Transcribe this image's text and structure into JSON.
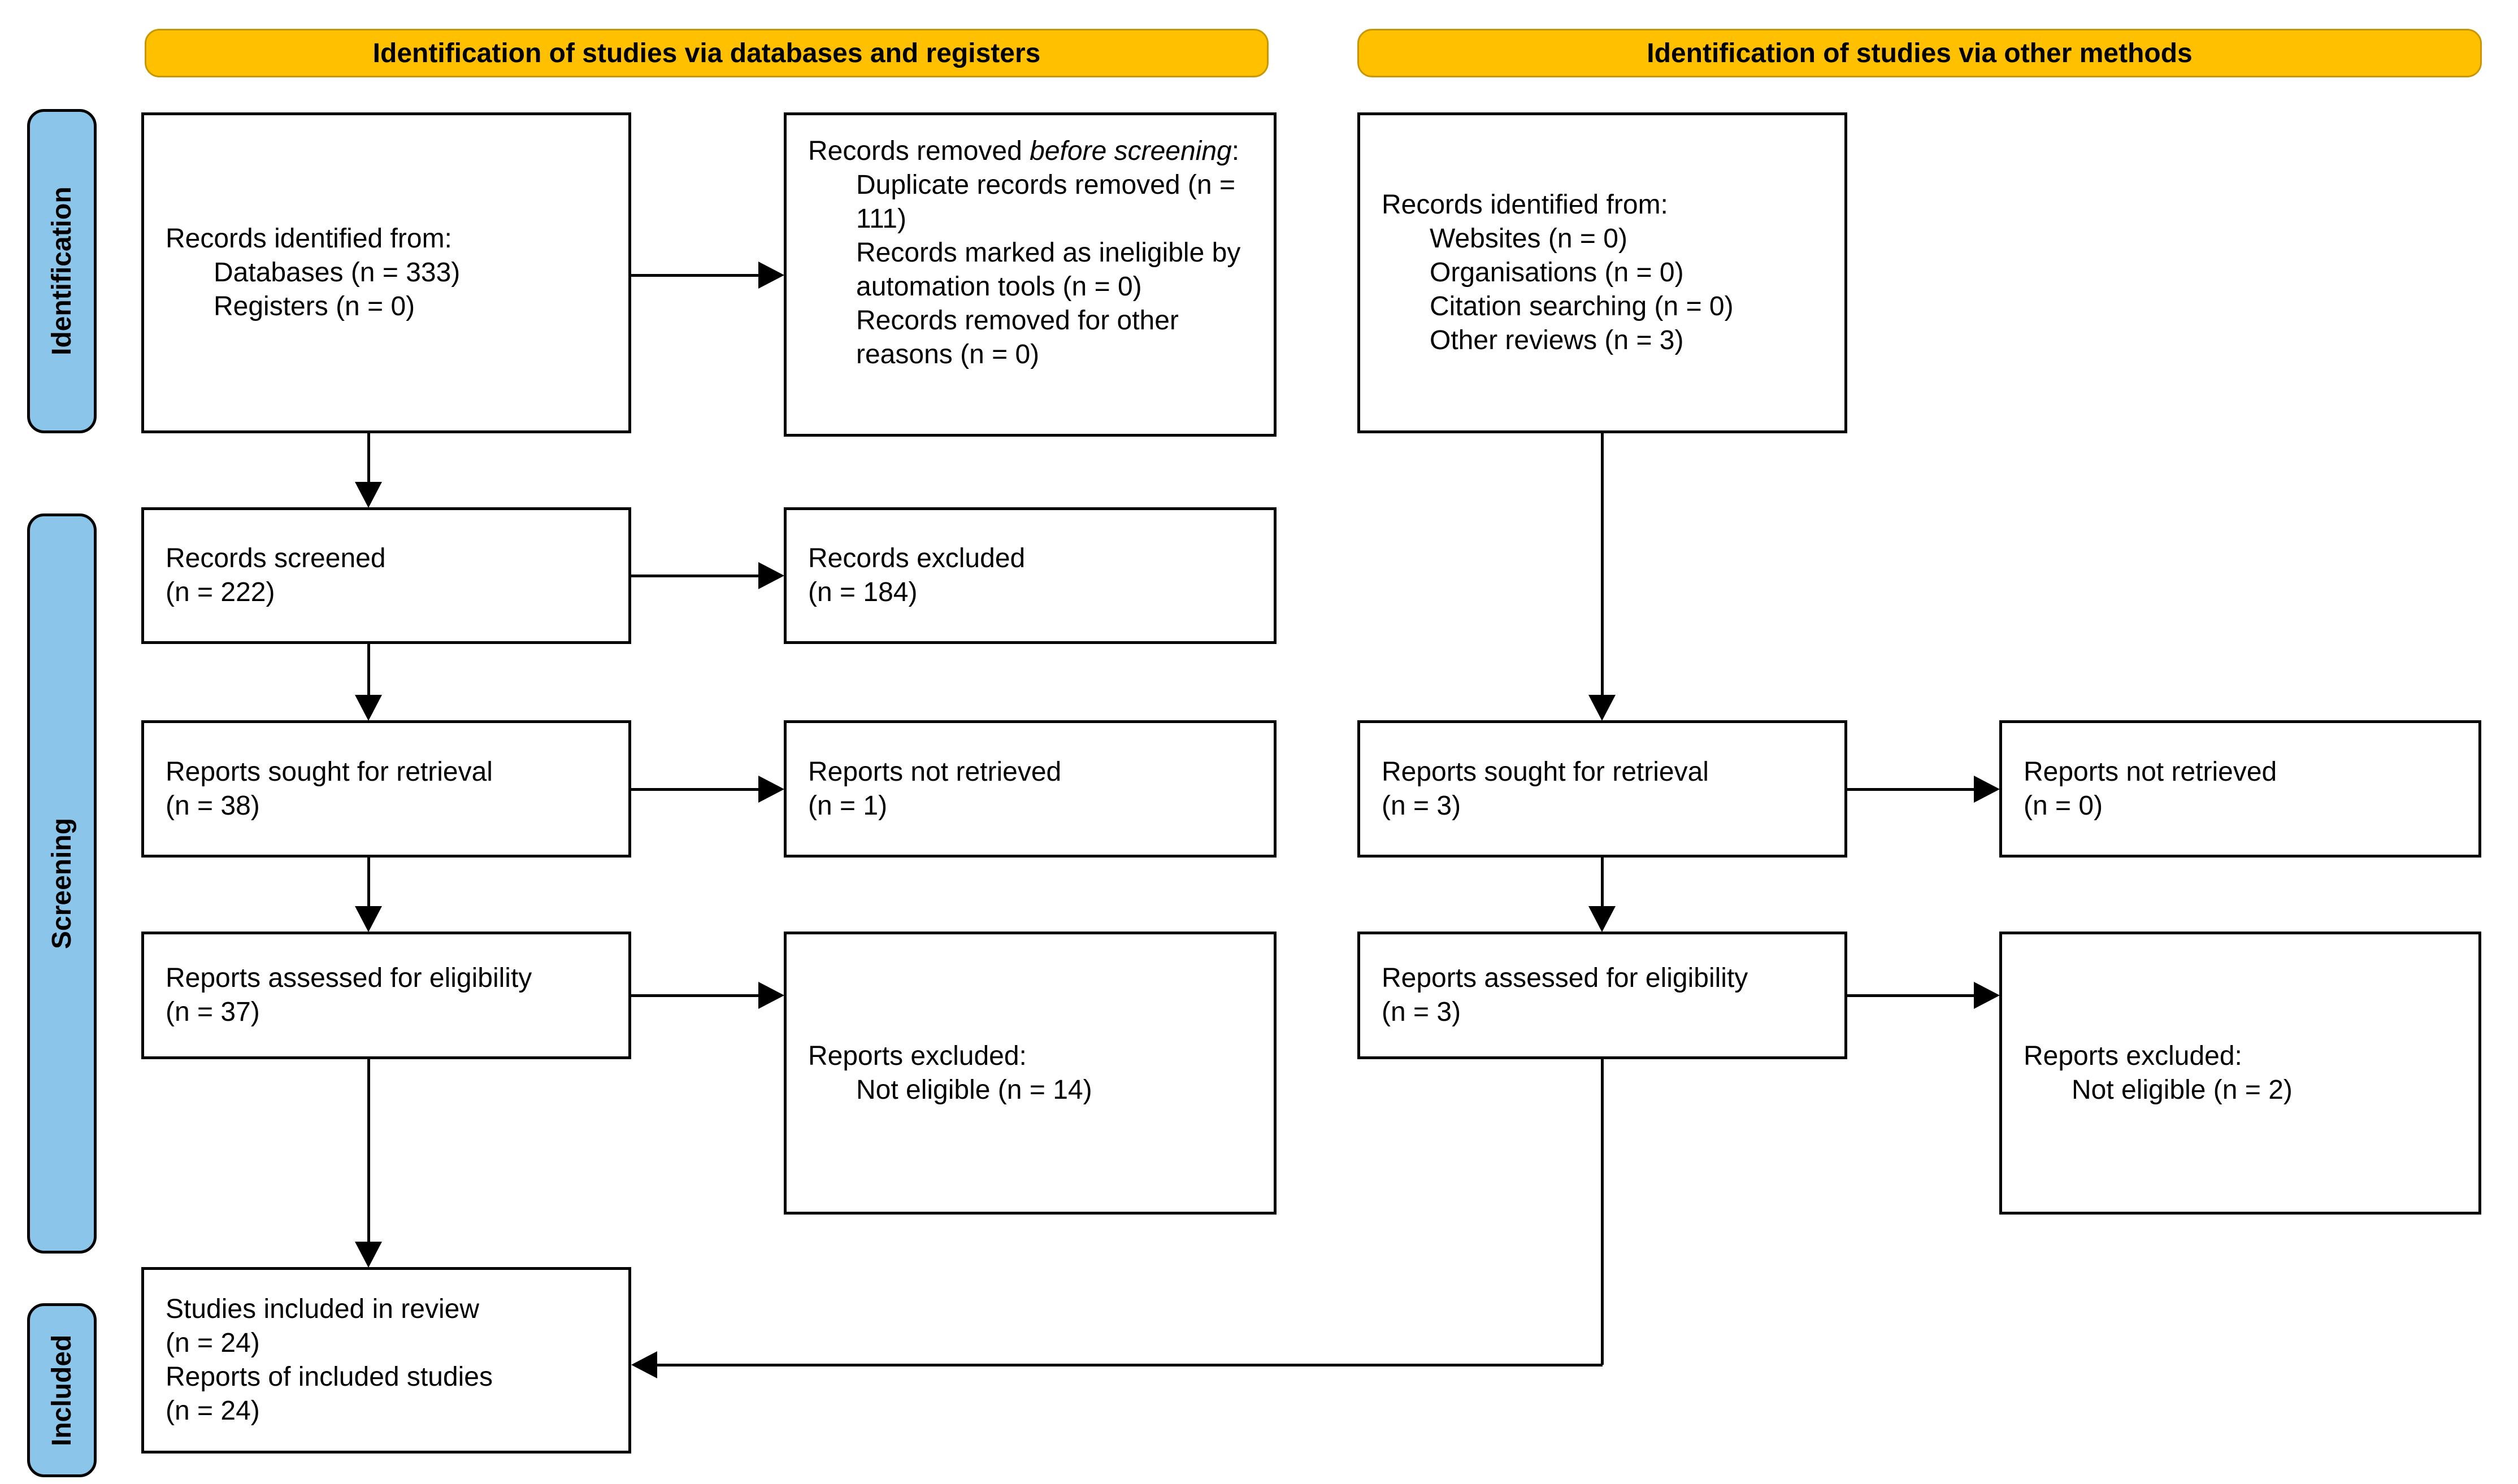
{
  "colors": {
    "header_bg": "#FFC000",
    "header_border": "#C89600",
    "sidebar_bg": "#8CC5EA",
    "ink": "#000000"
  },
  "headers": {
    "left": "Identification of studies via databases and registers",
    "right": "Identification of studies via other methods"
  },
  "sidebar": {
    "identification": "Identification",
    "screening": "Screening",
    "included": "Included"
  },
  "left": {
    "identified": {
      "title": "Records identified from:",
      "items": [
        "Databases (n = 333)",
        "Registers (n = 0)"
      ]
    },
    "removed": {
      "title_prefix": "Records removed ",
      "title_italic": "before screening",
      "title_suffix": ":",
      "items": [
        "Duplicate records removed (n = 111)",
        "Records marked as ineligible by automation tools (n = 0)",
        "Records removed for other reasons (n = 0)"
      ]
    },
    "screened": [
      "Records screened",
      "(n = 222)"
    ],
    "records_excluded": [
      "Records excluded",
      "(n = 184)"
    ],
    "sought": [
      "Reports sought for retrieval",
      "(n = 38)"
    ],
    "not_retrieved": [
      "Reports not retrieved",
      "(n = 1)"
    ],
    "assessed": [
      "Reports assessed for eligibility",
      "(n = 37)"
    ],
    "reports_excluded": {
      "title": "Reports excluded:",
      "items": [
        "Not eligible (n = 14)"
      ]
    }
  },
  "other": {
    "identified": {
      "title": "Records identified from:",
      "items": [
        "Websites (n = 0)",
        "Organisations (n = 0)",
        "Citation searching (n = 0)",
        "Other reviews (n = 3)"
      ]
    },
    "sought": [
      "Reports sought for retrieval",
      "(n = 3)"
    ],
    "not_retrieved": [
      "Reports not retrieved",
      "(n = 0)"
    ],
    "assessed": [
      "Reports assessed for eligibility",
      "(n = 3)"
    ],
    "reports_excluded": {
      "title": "Reports excluded:",
      "items": [
        "Not eligible (n = 2)"
      ]
    }
  },
  "included_box": [
    "Studies included in review",
    "(n = 24)",
    "Reports of included studies",
    "(n = 24)"
  ]
}
